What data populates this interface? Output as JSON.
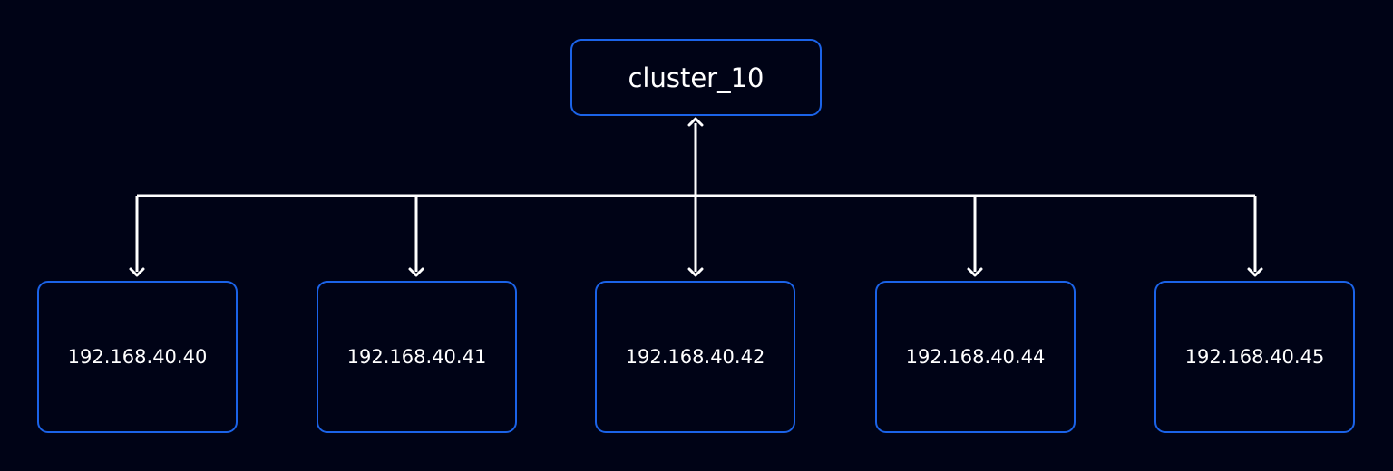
{
  "colors": {
    "background": "#000316",
    "box_border": "#1b63e8",
    "connector": "#ffffff",
    "text": "#ffffff"
  },
  "root": {
    "label": "cluster_10"
  },
  "nodes": [
    {
      "label": "192.168.40.40"
    },
    {
      "label": "192.168.40.41"
    },
    {
      "label": "192.168.40.42"
    },
    {
      "label": "192.168.40.44"
    },
    {
      "label": "192.168.40.45"
    }
  ]
}
